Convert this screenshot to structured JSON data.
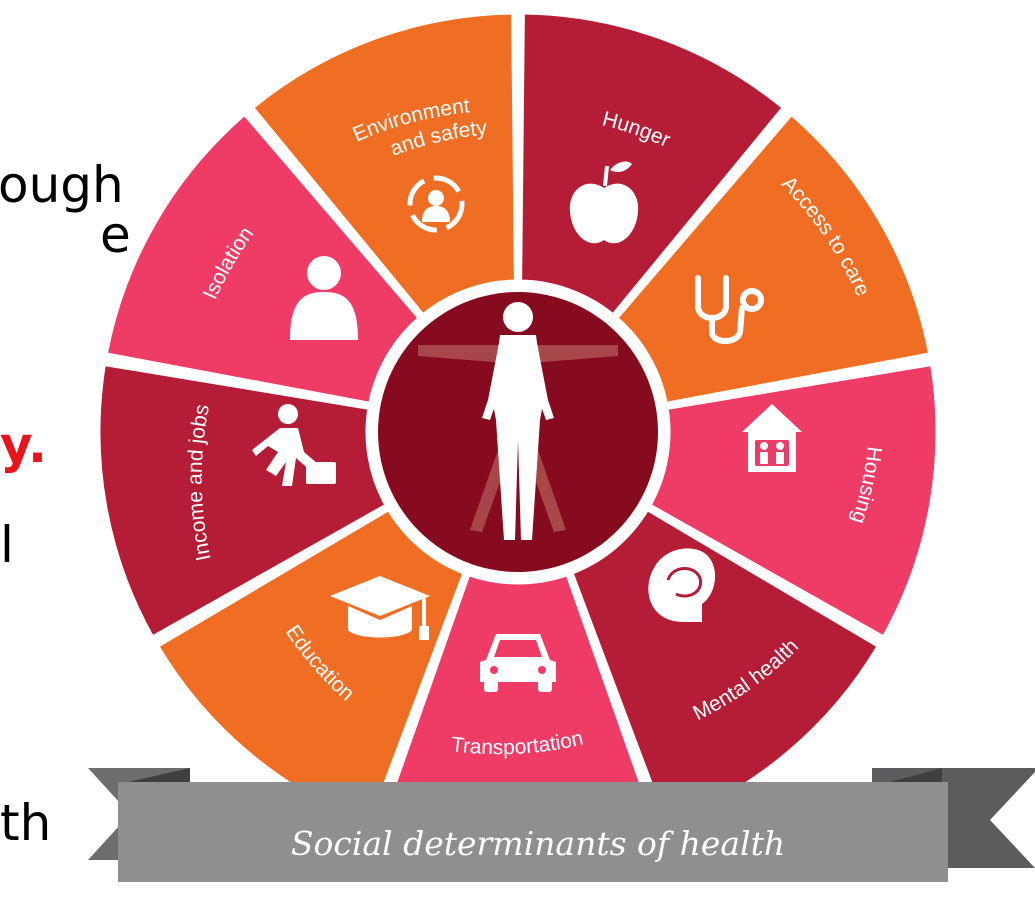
{
  "left_text_fragments": [
    "ough",
    "e",
    "y.",
    "l",
    "th"
  ],
  "banner": {
    "text": "Social determinants of health"
  },
  "segments": [
    {
      "label": "Hunger",
      "color": "#b41d35",
      "icon": "apple-icon"
    },
    {
      "label": "Access to care",
      "color": "#ef6e23",
      "icon": "stethoscope-icon"
    },
    {
      "label": "Housing",
      "color": "#ee3c66",
      "icon": "house-family-icon"
    },
    {
      "label": "Mental health",
      "color": "#b41d35",
      "icon": "brain-head-icon"
    },
    {
      "label": "Transportation",
      "color": "#ee3c66",
      "icon": "car-icon"
    },
    {
      "label": "Education",
      "color": "#ef6e23",
      "icon": "graduation-cap-icon"
    },
    {
      "label": "Income and jobs",
      "color": "#b41d35",
      "icon": "businessman-briefcase-icon"
    },
    {
      "label": "Isolation",
      "color": "#ee3c66",
      "icon": "person-icon"
    },
    {
      "label": "Environment and safety",
      "label_lines": [
        "Environment",
        "and safety"
      ],
      "color": "#ef6e23",
      "icon": "people-cycle-icon"
    }
  ],
  "center": {
    "icon": "human-body-icon",
    "color": "#860b1e",
    "ring_color": "#ffffff"
  },
  "colors": {
    "dark_red": "#b41d35",
    "orange": "#ef6e23",
    "pink": "#ee3c66",
    "ribbon_front": "#8f8f91",
    "ribbon_back": "#5c5c5e",
    "accent_red_text": "#e8141b"
  }
}
